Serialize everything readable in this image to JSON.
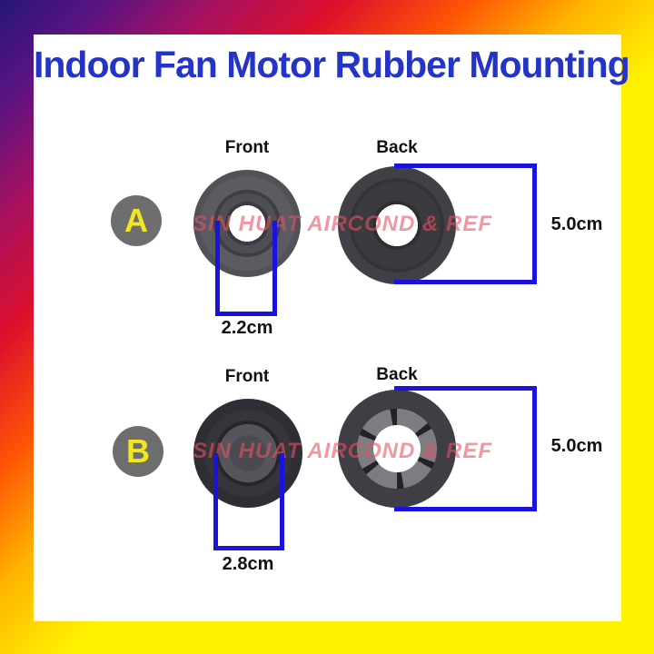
{
  "page": {
    "title": "Indoor Fan Motor Rubber Mounting"
  },
  "watermark": "SIN HUAT AIRCOND & REF",
  "colors": {
    "title_blue": "#2433c8",
    "bracket_blue": "#1a12dd",
    "badge_gray": "#6e6e6e",
    "badge_letter_yellow": "#f2e71c",
    "watermark_pink": "#e95064",
    "border_gradient": [
      "#251677",
      "#5a1383",
      "#a9115e",
      "#dd0f2c",
      "#ff5505",
      "#ffb300",
      "#fff200"
    ]
  },
  "sections": [
    {
      "badge": "A",
      "views": [
        {
          "label": "Front",
          "dimension": "2.2cm"
        },
        {
          "label": "Back",
          "dimension": "5.0cm"
        }
      ]
    },
    {
      "badge": "B",
      "views": [
        {
          "label": "Front",
          "dimension": "2.8cm"
        },
        {
          "label": "Back",
          "dimension": "5.0cm"
        }
      ]
    }
  ]
}
